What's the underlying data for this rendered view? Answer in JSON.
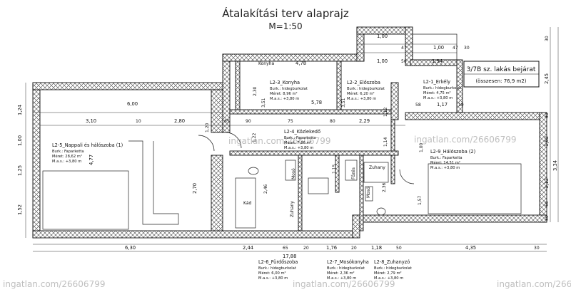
{
  "title": "Átalakítási terv alaprajz",
  "scale": "M=1:50",
  "entrance": {
    "title": "3/7B sz. lakás bejárat",
    "total": "(összesen: 76,9 m2)"
  },
  "rooms": [
    {
      "name": "L2-1_Erkély",
      "lines": [
        "Burk.: hidegburkolat",
        "Méret: 4,75 m²",
        "M.a.s.: +3,80 m"
      ]
    },
    {
      "name": "L2-2_Előszoba",
      "lines": [
        "Burk.: hidegburkolat",
        "Méret: 6,20 m²",
        "M.a.s.: +3,80 m"
      ]
    },
    {
      "name": "L2-3_Konyha",
      "lines": [
        "Burk.: hidegburkolat",
        "Méret: 8,96 m²",
        "M.a.s.: +3,80 m"
      ]
    },
    {
      "name": "L2-4_Közlekedő",
      "lines": [
        "Burk.: Faparketta",
        "Méret: 7,66 m²",
        "M.a.s.: +3,80 m"
      ]
    },
    {
      "name": "L2-5_Nappali és hálószoba (1)",
      "lines": [
        "Burk.: Faparketta",
        "Méret: 28,62 m²",
        "M.a.s.: +3,80 m"
      ]
    },
    {
      "name": "L2-6_Fürdőszoba",
      "lines": [
        "Burk.: hidegburkolat",
        "Méret: 6,00 m²",
        "M.a.s.: +3,80 m"
      ]
    },
    {
      "name": "L2-7_Mosókonyha",
      "lines": [
        "Burk.: hidegburkolat",
        "Méret: 2,36 m²",
        "M.a.s.: +3,80 m"
      ]
    },
    {
      "name": "L2-8_Zuhanyzó",
      "lines": [
        "Burk.: hidegburkolat",
        "Méret: 2,79 m²",
        "M.a.s.: +3,80 m"
      ]
    },
    {
      "name": "L2-9_Hálószoba (2)",
      "lines": [
        "Burk.: Faparketta",
        "Méret: 14,51 m²",
        "M.a.s.: +3,80 m"
      ]
    }
  ],
  "fixtures": [
    "Konyha",
    "Kád",
    "Zuhany",
    "Mosó",
    "Mosó",
    "Főzés",
    "Zuhany"
  ],
  "watermarks": [
    "ingatlan.com/26606799",
    "ingatlan.com/26606799",
    "ingatlan.com/26606799",
    "ingatlan.com/26606799",
    "ingatlan.com/26606799"
  ],
  "dimensions": {
    "top": [
      "1,00",
      "47",
      "1,00",
      "47",
      "30",
      "1,94",
      "1,00",
      "50",
      "4,78",
      "58",
      "1,17",
      "19"
    ],
    "mid": [
      "6,00",
      "3,10",
      "10",
      "2,80",
      "65",
      "90",
      "75",
      "80",
      "2,29",
      "5,78"
    ],
    "bottom": [
      "6,30",
      "2,44",
      "65",
      "20",
      "1,76",
      "20",
      "1,18",
      "50",
      "4,35",
      "30",
      "17,88"
    ],
    "left": [
      "1,24",
      "1,00",
      "1,25",
      "1,52"
    ],
    "right": [
      "30",
      "2,45",
      "30",
      "1,62",
      "3,34",
      "1,12",
      "60",
      "30"
    ],
    "inner": [
      "2,30",
      "3,51",
      "3,51",
      "1,12",
      "1,22",
      "1,14",
      "4,77",
      "2,70",
      "2,46",
      "1,15",
      "2,36",
      "1,57",
      "1,20",
      "1,00"
    ]
  }
}
